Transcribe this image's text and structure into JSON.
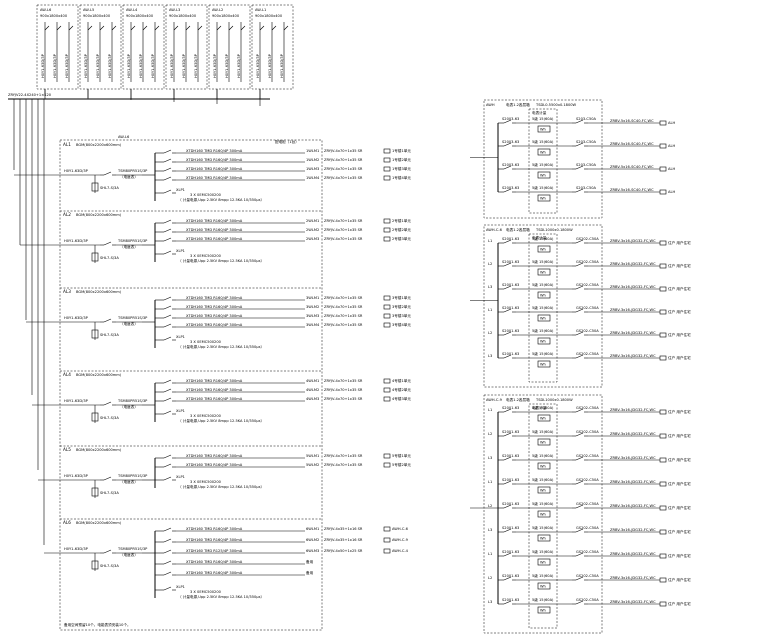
{
  "top_panels": [
    {
      "name": "AW-L6",
      "size": "900x1800x400",
      "breakers": [
        "H0Y1-63D/3P",
        "H0Y1-63D/3P",
        "H0Y1-63D/3P"
      ]
    },
    {
      "name": "AW-L5",
      "size": "900x1800x400",
      "breakers": [
        "H0Y1-63D/3P",
        "H0Y1-63D/3P",
        "H0Y1-63D/3P"
      ]
    },
    {
      "name": "AW-L4",
      "size": "900x1800x400",
      "breakers": [
        "H0Y1-63D/3P",
        "H0Y1-63D/3P",
        "H0Y1-63D/3P"
      ]
    },
    {
      "name": "AW-L3",
      "size": "900x1800x400",
      "breakers": [
        "H0Y1-63D/3P",
        "H0Y1-63D/3P",
        "H0Y1-63D/3P"
      ]
    },
    {
      "name": "AW-L2",
      "size": "900x1800x400",
      "breakers": [
        "H0Y1-63D/3P",
        "H0Y1-63D/3P",
        "H0Y1-63D/3P"
      ]
    },
    {
      "name": "AW-L1",
      "size": "900x1800x400",
      "breakers": [
        "H0Y1-63D/3P",
        "H0Y1-63D/3P",
        "H0Y1-63D/3P"
      ]
    }
  ],
  "feeder_cable": "ZRYJV22-4X240+1×120",
  "main_box": {
    "label": "AW-L6",
    "header_right": "配电柜（1台）"
  },
  "left_sections": [
    {
      "label": "AL1",
      "cabinet": "BGM(800x2200x600mm)",
      "breaker": "H0Y1-63D/3P",
      "spd": "SHL7-S/3A",
      "meter": "TSM80PR51S/3P",
      "meter_sub": "（电度表）",
      "label_xlt": "XLP1",
      "cap": "3 X 0EMC500200",
      "meter_line": "（ 计量电源,Upp 2.5KV  8mpp 12.5KA  10/350μs）",
      "circuits": [
        {
          "breaker": "XTDH160 TMD R160/4P 300mA",
          "id": "1WLM1",
          "cable": "ZRYJV-4x70+1x35 SR",
          "dest": "1号楼1单元"
        },
        {
          "breaker": "XTDH160 TMD R160/4P 300mA",
          "id": "1WLM2",
          "cable": "ZRYJV-4x70+1x35 SR",
          "dest": "1号楼2单元"
        },
        {
          "breaker": "XTDH160 TMD R160/4P 300mA",
          "id": "1WLM3",
          "cable": "ZRYJV-4x70+1x35 SR",
          "dest": "1号楼3单元"
        },
        {
          "breaker": "XTDH160 TMD R160/4P 300mA",
          "id": "1WLM4",
          "cable": "ZRYJV-4x70+1x35 SR",
          "dest": "1号楼4单元"
        }
      ]
    },
    {
      "label": "AL2",
      "cabinet": "BGM(800x2200x600mm)",
      "breaker": "H0Y1-63D/3P",
      "spd": "SHL7-S/3A",
      "meter": "TSM80PR51S/3P",
      "meter_sub": "（电度表）",
      "label_xlt": "XLP1",
      "cap": "3 X 0EMC500200",
      "meter_line": "（ 计量电源,Upp 2.5KV  8mpp 12.5KA  10/350μs）",
      "circuits": [
        {
          "breaker": "XTDH160 TMD R160/4P 300mA",
          "id": "2WLM1",
          "cable": "ZRYJV-4x70+1x35 SR",
          "dest": "2号楼1单元"
        },
        {
          "breaker": "XTDH160 TMD R160/4P 300mA",
          "id": "2WLM2",
          "cable": "ZRYJV-4x70+1x35 SR",
          "dest": "2号楼2单元"
        },
        {
          "breaker": "XTDH160 TMD R160/4P 300mA",
          "id": "2WLM3",
          "cable": "ZRYJV-4x70+1x35 SR",
          "dest": "2号楼3单元"
        }
      ]
    },
    {
      "label": "AL3",
      "cabinet": "BGM(800x2200x600mm)",
      "breaker": "H0Y1-63D/3P",
      "spd": "SHL7-S/3A",
      "meter": "TSM80PR51S/3P",
      "meter_sub": "（电度表）",
      "label_xlt": "XLP1",
      "cap": "3 X 0EMC500200",
      "meter_line": "（ 计量电源,Upp 2.5KV  8mpp 12.5KA  10/350μs）",
      "circuits": [
        {
          "breaker": "XTDH160 TMD R160/4P 300mA",
          "id": "3WLM1",
          "cable": "ZRYJV-4x70+1x35 SR",
          "dest": "3号楼1单元"
        },
        {
          "breaker": "XTDH160 TMD R160/4P 300mA",
          "id": "3WLM2",
          "cable": "ZRYJV-4x70+1x35 SR",
          "dest": "3号楼2单元"
        },
        {
          "breaker": "XTDH160 TMD R160/4P 300mA",
          "id": "3WLM3",
          "cable": "ZRYJV-4x70+1x35 SR",
          "dest": "3号楼3单元"
        },
        {
          "breaker": "XTDH160 TMD R160/4P 300mA",
          "id": "3WLM4",
          "cable": "ZRYJV-4x70+1x35 SR",
          "dest": "3号楼4单元"
        }
      ]
    },
    {
      "label": "AL4",
      "cabinet": "BGM(800x2200x600mm)",
      "breaker": "H0Y1-63D/3P",
      "spd": "SHL7-S/3A",
      "meter": "TSM80PR51S/3P",
      "meter_sub": "（电度表）",
      "label_xlt": "XLP1",
      "cap": "3 X 0EMC500200",
      "meter_line": "（ 计量电源,Upp 2.5KV  8mpp 12.5KA  10/350μs）",
      "circuits": [
        {
          "breaker": "XTDH160 TMD R160/4P 300mA",
          "id": "4WLM1",
          "cable": "ZRYJV-4x70+1x35 SR",
          "dest": "4号楼1单元"
        },
        {
          "breaker": "XTDH160 TMD R160/4P 300mA",
          "id": "4WLM2",
          "cable": "ZRYJV-4x70+1x35 SR",
          "dest": "4号楼2单元"
        },
        {
          "breaker": "XTDH160 TMD R160/4P 300mA",
          "id": "4WLM3",
          "cable": "ZRYJV-4x70+1x35 SR",
          "dest": "4号楼3单元"
        }
      ]
    },
    {
      "label": "AL5",
      "cabinet": "BGM(800x2200x600mm)",
      "breaker": "H0Y1-63D/3P",
      "spd": "SHL7-S/3A",
      "meter": "TSM80PR51S/3P",
      "meter_sub": "（电度表）",
      "label_xlt": "XLP1",
      "cap": "3 X 0EMC500200",
      "meter_line": "（ 计量电源,Upp 2.5KV  8mpp 12.5KA  10/350μs）",
      "circuits": [
        {
          "breaker": "XTDH160 TMD R160/4P 300mA",
          "id": "5WLM1",
          "cable": "ZRYJV-4x70+1x35 SR",
          "dest": "5号楼1单元"
        },
        {
          "breaker": "XTDH160 TMD R160/4P 300mA",
          "id": "5WLM2",
          "cable": "ZRYJV-4x70+1x35 SR",
          "dest": "5号楼2单元"
        }
      ]
    },
    {
      "label": "AL6",
      "cabinet": "BGM(800x2200x600mm)",
      "breaker": "H0Y1-63D/3P",
      "spd": "SHL7-S/3A",
      "meter": "TSM80PR51S/3P",
      "meter_sub": "（电度表）",
      "label_xlt": "XLP1",
      "cap": "3 X 0EMC500200",
      "meter_line": "（ 计量电源,Upp 2.5KV  8mpp 12.5KA  10/350μs）",
      "circuits": [
        {
          "breaker": "XTDH160 TMD R160/4P 300mA",
          "id": "6WLM1",
          "cable": "ZRYJV-4x35+1x16 SR",
          "dest": "AWH-C-6"
        },
        {
          "breaker": "XTDH160 TMD R160/4P 300mA",
          "id": "6WLM2",
          "cable": "ZRYJV-4x35+1x16 SR",
          "dest": "AWH-C-9"
        },
        {
          "breaker": "XTDH160 TMD R125/4P 300mA",
          "id": "6WLM3",
          "cable": "ZRYJV-4x50+1x25 SR",
          "dest": "AWH-C-4"
        },
        {
          "breaker": "XTDH160 TMD R160/4P 300mA",
          "id": "备用",
          "cable": "",
          "dest": ""
        },
        {
          "breaker": "XTDH160 TMD R160/4P 300mA",
          "id": "备用",
          "cable": "",
          "dest": ""
        }
      ]
    }
  ],
  "footnote": "备用空间预留10个。电能表须安装10个。",
  "right_boxes": [
    {
      "title": "AWH",
      "header": "电表1.2各层箱",
      "spec": "TSDL0.5500x0.1800W",
      "sub": "电表计量",
      "rows": [
        {
          "l": "",
          "in": "S2003-63",
          "m": "5级 15(60A)",
          "kwh": "Wh",
          "out": "S203-C50A",
          "cable": "ZRBV-5x16-SC40-FC,WC",
          "dest": "ALH"
        },
        {
          "l": "",
          "in": "S2003-63",
          "m": "5级 15(60A)",
          "kwh": "Wh",
          "out": "S203-C50A",
          "cable": "ZRBV-5x16-SC40-FC,WC",
          "dest": "ALH"
        },
        {
          "l": "",
          "in": "S2003-63",
          "m": "5级 15(60A)",
          "kwh": "Wh",
          "out": "S203-C50A",
          "cable": "ZRBV-5x16-SC40-FC,WC",
          "dest": "ALH"
        },
        {
          "l": "",
          "in": "S2003-63",
          "m": "5级 15(60A)",
          "kwh": "Wh",
          "out": "S203-C50A",
          "cable": "ZRBV-5x16-SC40-FC,WC",
          "dest": "ALH"
        }
      ]
    },
    {
      "title": "AWH-C-6",
      "header": "电表1.2各层箱",
      "spec": "TSDL1000x0.1800W",
      "sub": "电表计量",
      "rows": [
        {
          "l": "L1",
          "in": "S2001-63",
          "m": "5级 15(60A)",
          "kwh": "Wh",
          "out": "GS202-C50A",
          "cable": "ZRBV-3x16-JDG32-FC,WC",
          "dest": "住户 用户住宅"
        },
        {
          "l": "L2",
          "in": "S2001-63",
          "m": "5级 15(60A)",
          "kwh": "Wh",
          "out": "GS202-C50A",
          "cable": "ZRBV-3x16-JDG32-FC,WC",
          "dest": "住户 用户住宅"
        },
        {
          "l": "L3",
          "in": "S2001-63",
          "m": "5级 15(60A)",
          "kwh": "Wh",
          "out": "GS202-C50A",
          "cable": "ZRBV-3x16-JDG32-FC,WC",
          "dest": "住户 用户住宅"
        },
        {
          "l": "L1",
          "in": "S2001-63",
          "m": "5级 15(60A)",
          "kwh": "Wh",
          "out": "GS202-C50A",
          "cable": "ZRBV-3x16-JDG32-FC,WC",
          "dest": "住户 用户住宅"
        },
        {
          "l": "L2",
          "in": "S2001-63",
          "m": "5级 15(60A)",
          "kwh": "Wh",
          "out": "GS202-C50A",
          "cable": "ZRBV-3x16-JDG32-FC,WC",
          "dest": "住户 用户住宅"
        },
        {
          "l": "L3",
          "in": "S2001-63",
          "m": "5级 15(60A)",
          "kwh": "Wh",
          "out": "GS202-C50A",
          "cable": "ZRBV-3x16-JDG32-FC,WC",
          "dest": "住户 用户住宅"
        }
      ]
    },
    {
      "title": "AWH-C-9",
      "header": "电表1.2各层箱",
      "spec": "TSDL1000x0.1800W",
      "sub": "电表计量",
      "rows": [
        {
          "l": "L1",
          "in": "S2001-63",
          "m": "5级 15(60A)",
          "kwh": "Wh",
          "out": "GS202-C50A",
          "cable": "ZRBV-3x16-JDG32-FC,WC",
          "dest": "住户 用户住宅"
        },
        {
          "l": "L2",
          "in": "S2001-63",
          "m": "5级 15(60A)",
          "kwh": "Wh",
          "out": "GS202-C50A",
          "cable": "ZRBV-3x16-JDG32-FC,WC",
          "dest": "住户 用户住宅"
        },
        {
          "l": "L3",
          "in": "S2001-63",
          "m": "5级 15(60A)",
          "kwh": "Wh",
          "out": "GS202-C50A",
          "cable": "ZRBV-3x16-JDG32-FC,WC",
          "dest": "住户 用户住宅"
        },
        {
          "l": "L1",
          "in": "S2001-63",
          "m": "5级 15(60A)",
          "kwh": "Wh",
          "out": "GS202-C50A",
          "cable": "ZRBV-3x16-JDG32-FC,WC",
          "dest": "住户 用户住宅"
        },
        {
          "l": "L2",
          "in": "S2001-63",
          "m": "5级 15(60A)",
          "kwh": "Wh",
          "out": "GS202-C50A",
          "cable": "ZRBV-3x16-JDG32-FC,WC",
          "dest": "住户 用户住宅"
        },
        {
          "l": "L3",
          "in": "S2001-63",
          "m": "5级 15(60A)",
          "kwh": "Wh",
          "out": "GS202-C50A",
          "cable": "ZRBV-3x16-JDG32-FC,WC",
          "dest": "住户 用户住宅"
        },
        {
          "l": "L1",
          "in": "S2001-63",
          "m": "5级 15(60A)",
          "kwh": "Wh",
          "out": "GS202-C50A",
          "cable": "ZRBV-3x16-JDG32-FC,WC",
          "dest": "住户 用户住宅"
        },
        {
          "l": "L2",
          "in": "S2001-63",
          "m": "5级 15(60A)",
          "kwh": "Wh",
          "out": "GS202-C50A",
          "cable": "ZRBV-3x16-JDG32-FC,WC",
          "dest": "住户 用户住宅"
        },
        {
          "l": "L3",
          "in": "S2001-63",
          "m": "5级 15(60A)",
          "kwh": "Wh",
          "out": "GS202-C50A",
          "cable": "ZRBV-3x16-JDG32-FC,WC",
          "dest": "住户 用户住宅"
        }
      ]
    }
  ]
}
